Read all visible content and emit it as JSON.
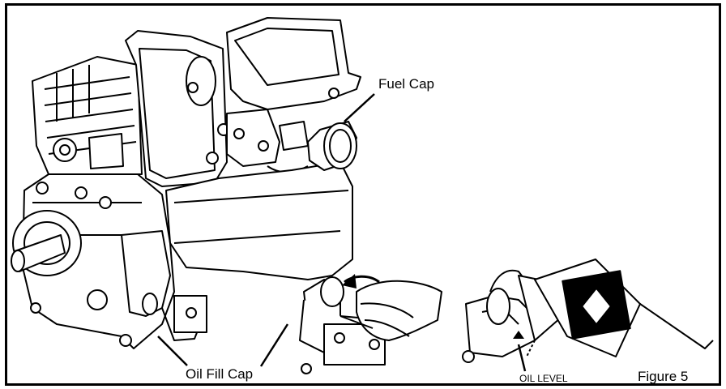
{
  "labels": {
    "fuel_cap": "Fuel Cap",
    "oil_fill_cap": "Oil Fill Cap",
    "oil_level": "OIL LEVEL",
    "figure": "Figure 5"
  },
  "icons": {
    "dipstick_level_mark": "diamond"
  }
}
